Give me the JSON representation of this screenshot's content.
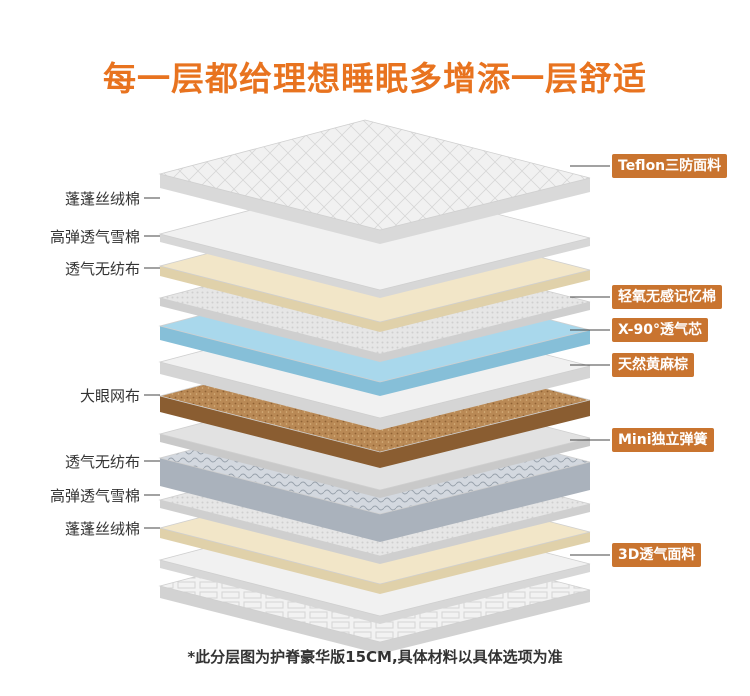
{
  "title": "每一层都给理想睡眠多增添一层舒适",
  "left_labels": [
    "蓬蓬丝绒棉",
    "高弹透气雪棉",
    "透气无纺布",
    "大眼网布",
    "透气无纺布",
    "高弹透气雪棉",
    "蓬蓬丝绒棉"
  ],
  "right_tags": [
    "Teflon三防面料",
    "轻氧无感记忆棉",
    "X-90°透气芯",
    "天然黄麻棕",
    "Mini独立弹簧",
    "3D透气面料"
  ],
  "footnote": "*此分层图为护脊豪华版15CM,具体材料以具体选项为准",
  "colors": {
    "title": "#e8731f",
    "tag_bg": "#c9742f",
    "line": "#444444",
    "fabric_white": "#f1f1f1",
    "cream": "#f2e6c8",
    "gray": "#e2e2e2",
    "memory_blue": "#a9d8ec",
    "coir_brown": "#b98955",
    "spring": "#d2d7de"
  }
}
